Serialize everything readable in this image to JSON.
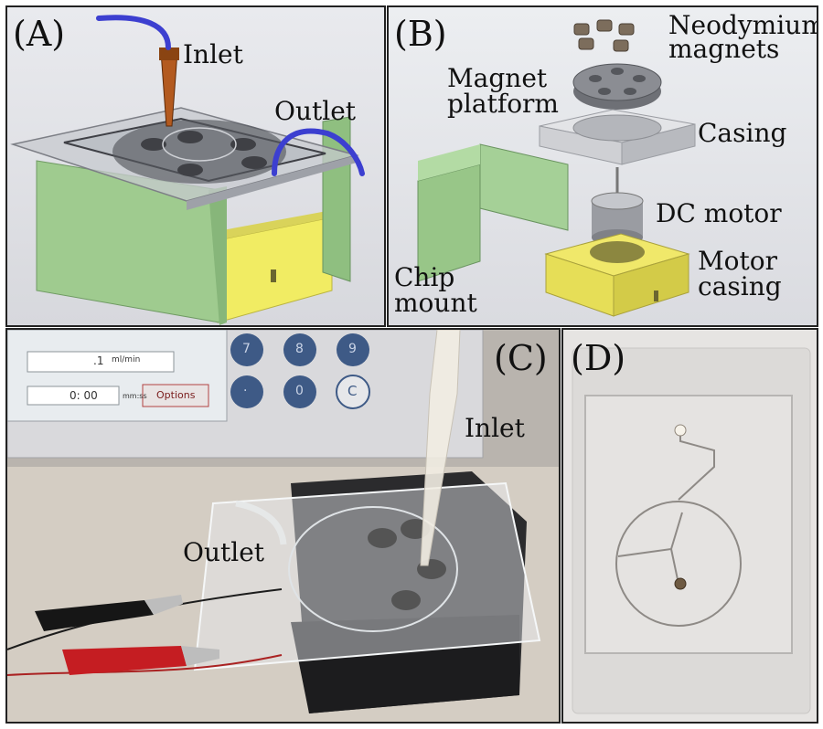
{
  "panels": {
    "a": {
      "letter": "(A)",
      "labels": {
        "inlet": "Inlet",
        "outlet": "Outlet"
      },
      "colors": {
        "mount_green": "#9fcb8f",
        "motor_yellow": "#f3ef66",
        "tubing_blue": "#3c3fd0"
      }
    },
    "b": {
      "letter": "(B)",
      "labels": {
        "magnets_1": "Neodymium",
        "magnets_2": "magnets",
        "platform_1": "Magnet",
        "platform_2": "platform",
        "casing": "Casing",
        "motor": "DC motor",
        "motor_casing_1": "Motor",
        "motor_casing_2": "casing",
        "chip_mount_1": "Chip",
        "chip_mount_2": "mount"
      }
    },
    "c": {
      "letter": "(C)",
      "labels": {
        "inlet": "Inlet",
        "outlet": "Outlet"
      },
      "pump_display": {
        "flow_value": ".1",
        "flow_unit": "ml/min",
        "time_value": "0: 00",
        "time_unit": "mm:ss",
        "options_button": "Options",
        "keys": [
          "7",
          "8",
          "9",
          "·",
          "0",
          "C"
        ]
      }
    },
    "d": {
      "letter": "(D)"
    }
  }
}
